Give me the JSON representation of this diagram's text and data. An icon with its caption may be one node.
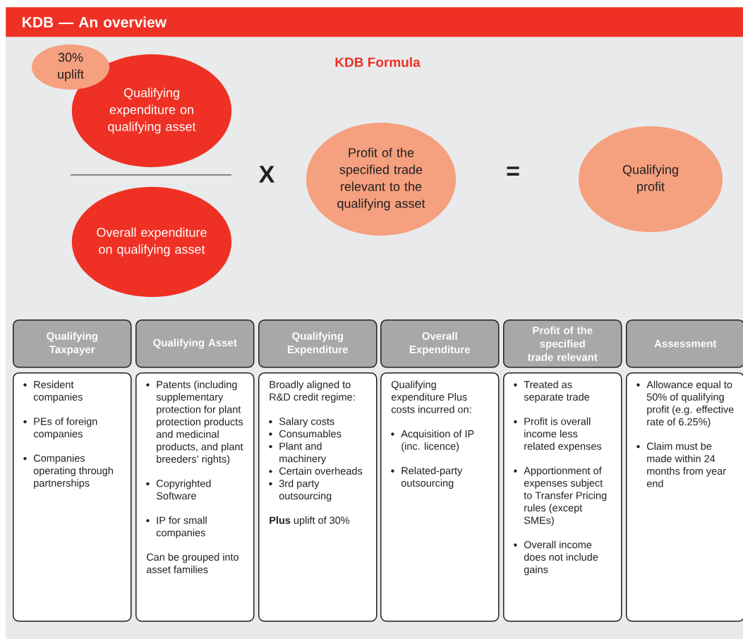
{
  "diagram": {
    "title": "KDB — An overview",
    "nodes": [
      {
        "text": [
          "Qualifying expenditure on qualifying asset"
        ]
      },
      {
        "text": [
          "30% uplift"
        ]
      },
      {
        "text": [
          "Overall expenditure on qualifying asset"
        ]
      },
      {
        "text": [
          "Profit of the specified trade relevant to the qualifying asset"
        ]
      },
      {
        "text": [
          "Qualifying profit"
        ]
      },
      {
        "text": [
          "Qualifying Taxpayer"
        ]
      },
      {
        "text": [
          "Resident companies",
          "PEs of foreign companies",
          "Companies operating through partnerships"
        ]
      },
      {
        "text": [
          "Qualifying Asset"
        ]
      },
      {
        "text": [
          "Patents (including supplementary protection for plant protection products and medicinal products, and plant breeders’ rights)",
          "Copyrighted Software",
          "IP for small companies",
          "Can be grouped into asset families"
        ]
      },
      {
        "text": [
          "Qualifying Expenditure"
        ]
      },
      {
        "text": [
          "Broadly aligned to R&D credit regime:",
          "Salary costs",
          "Consumables",
          "Plant and machinery",
          "Certain overheads",
          "3rd party outsourcing",
          "**Plus** uplift of 30%"
        ]
      },
      {
        "text": [
          "Overall Expenditure"
        ]
      },
      {
        "text": [
          "Qualifying expenditure Plus costs incurred on:",
          "Acquisition of IP (inc. licence)",
          "Related-party outsourcing"
        ]
      },
      {
        "text": [
          "Profit of the specified trade relevant"
        ]
      },
      {
        "text": [
          "Treated as separate trade",
          "Profit is overall income less related expenses",
          "Apportionment of expenses subject to Transfer Pricing rules (except SMEs)",
          "Overall income does not include gains"
        ]
      },
      {
        "text": [
          "Assessment"
        ]
      },
      {
        "text": [
          "Allowance equal to 50% of qualifying profit (e.g. effective rate of 6.25%)",
          "Claim must be made within 24 months from year end"
        ]
      }
    ],
    "labels": [
      "KDB Formula",
      "X",
      "="
    ]
  }
}
